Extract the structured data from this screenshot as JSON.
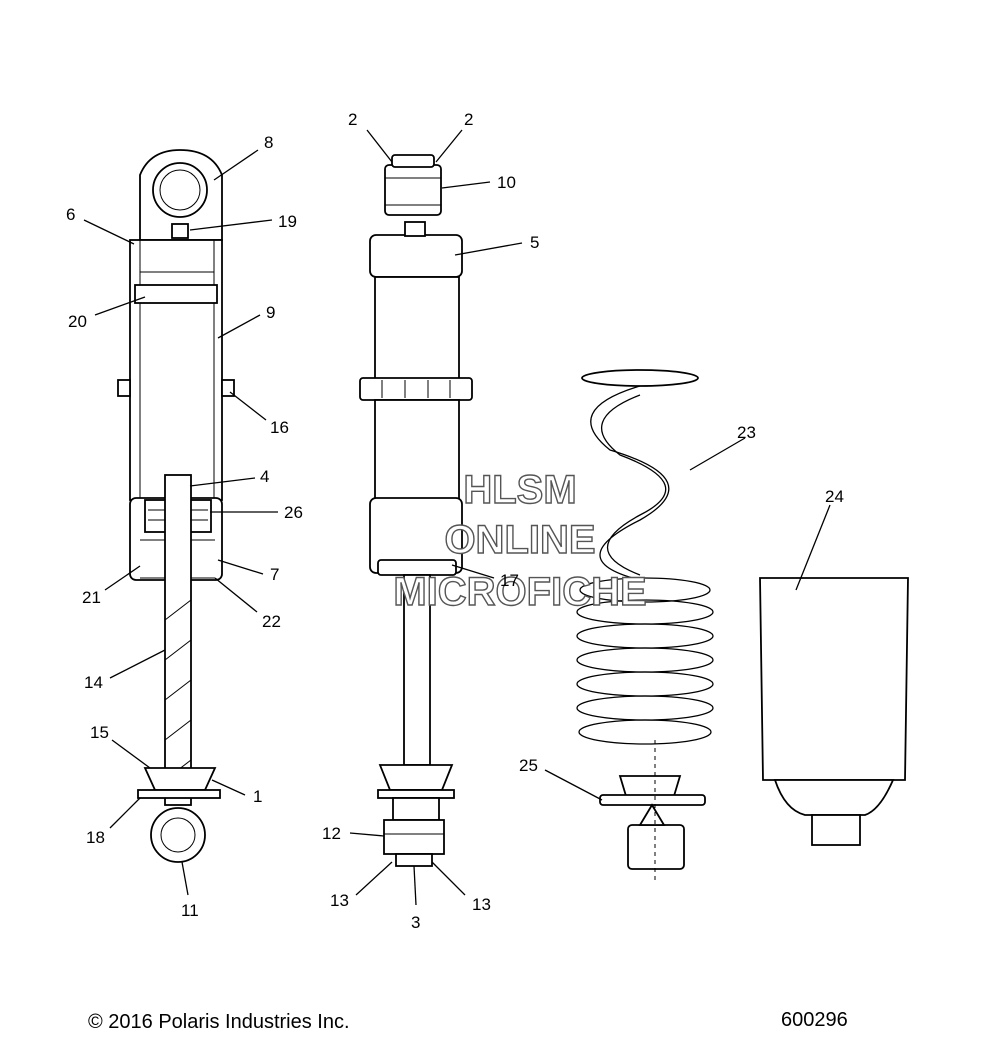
{
  "callouts": [
    {
      "id": "c8",
      "label": "8"
    },
    {
      "id": "c6",
      "label": "6"
    },
    {
      "id": "c19",
      "label": "19"
    },
    {
      "id": "c20",
      "label": "20"
    },
    {
      "id": "c9",
      "label": "9"
    },
    {
      "id": "c16",
      "label": "16"
    },
    {
      "id": "c4",
      "label": "4"
    },
    {
      "id": "c26",
      "label": "26"
    },
    {
      "id": "c21",
      "label": "21"
    },
    {
      "id": "c7",
      "label": "7"
    },
    {
      "id": "c22",
      "label": "22"
    },
    {
      "id": "c14",
      "label": "14"
    },
    {
      "id": "c15",
      "label": "15"
    },
    {
      "id": "c1",
      "label": "1"
    },
    {
      "id": "c18",
      "label": "18"
    },
    {
      "id": "c11",
      "label": "11"
    },
    {
      "id": "c2a",
      "label": "2"
    },
    {
      "id": "c2b",
      "label": "2"
    },
    {
      "id": "c10",
      "label": "10"
    },
    {
      "id": "c5",
      "label": "5"
    },
    {
      "id": "c17",
      "label": "17"
    },
    {
      "id": "c12",
      "label": "12"
    },
    {
      "id": "c13a",
      "label": "13"
    },
    {
      "id": "c13b",
      "label": "13"
    },
    {
      "id": "c3",
      "label": "3"
    },
    {
      "id": "c23",
      "label": "23"
    },
    {
      "id": "c24",
      "label": "24"
    },
    {
      "id": "c25",
      "label": "25"
    }
  ],
  "watermark": {
    "line1": "HLSM",
    "line2": "ONLINE",
    "line3": "MICROFICHE"
  },
  "footer": {
    "copyright": "© 2016 Polaris Industries Inc.",
    "diagram_number": "600296"
  }
}
